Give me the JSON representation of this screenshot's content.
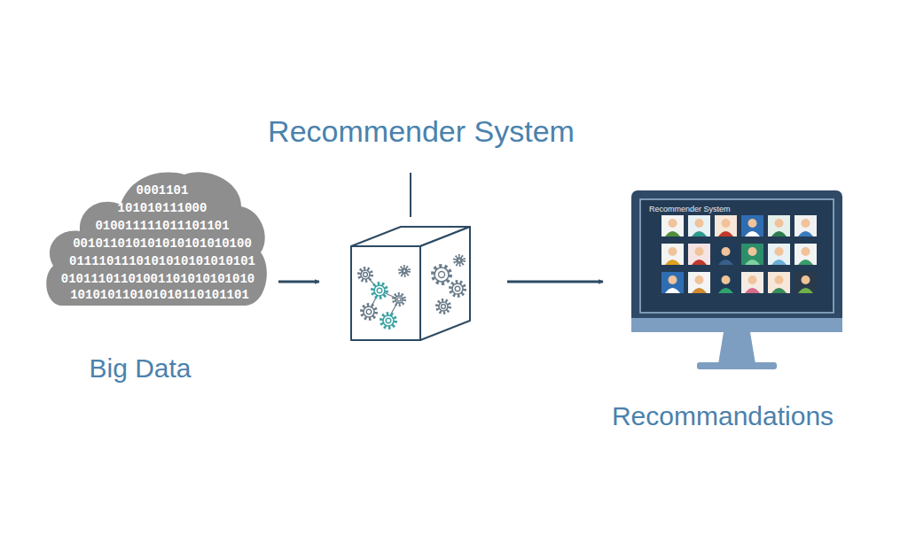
{
  "diagram": {
    "nodes": [
      {
        "text": [
          "Big Data"
        ]
      },
      {
        "text": [
          "Recommender System"
        ]
      },
      {
        "text": [
          "Recommandations"
        ]
      }
    ],
    "edges": [
      {
        "from": 0,
        "to": 1,
        "arrow": "to"
      },
      {
        "from": 1,
        "to": 2,
        "arrow": "to"
      }
    ],
    "labels": [
      "0001101",
      "101010111000",
      "010011111011101101",
      "001011010101010101010100",
      "0111101110101010101010101",
      "01011101101001101010101010",
      "101010110101010110101101",
      "Recommender System"
    ]
  }
}
